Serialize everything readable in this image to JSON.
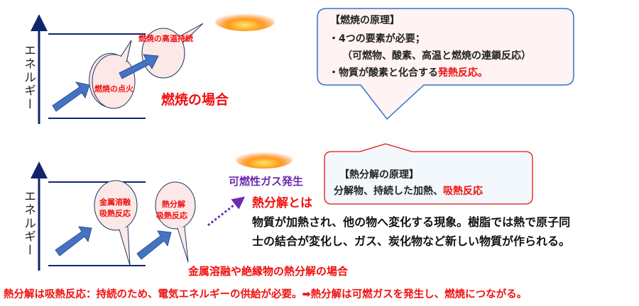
{
  "colors": {
    "accent_red": "#f01010",
    "purple": "#6a2bb0",
    "navy": "#10266a",
    "arrow_blue": "#4472c4",
    "bubble_fill": "#fde8e8",
    "box_blue_border": "#2e75c8",
    "box_red_border": "#e81010"
  },
  "top": {
    "y_axis_label": "エネルギー",
    "bubble_ignition": "燃焼の点火",
    "bubble_sustain": "燃焼の高温持続",
    "case_title": "燃焼の場合",
    "principle": {
      "title": "【燃焼の原理】",
      "line1": "・4つの要素が必要；",
      "line2": "（可燃物、酸素、高温と燃焼の連鎖反応）",
      "line3_prefix": "・物質が酸素と化合する",
      "line3_highlight": "発熱反応。"
    }
  },
  "bottom": {
    "y_axis_label": "エネルギー",
    "bubble_metal_line1": "金属溶融",
    "bubble_metal_line2": "吸熱反応",
    "bubble_decomp_line1": "熱分解",
    "bubble_decomp_line2": "吸熱反応",
    "gas_label": "可燃性ガス発生",
    "definition_title": "熱分解とは",
    "definition_line1": "物質が加熱され、他の物へ変化する現象。樹脂では熱で原子同",
    "definition_line2": "士の結合が変化し、ガス、炭化物など新しい物質が作られる。",
    "case_title": "金属溶融や絶縁物の熱分解の場合",
    "principle": {
      "title": "【熱分解の原理】",
      "line_prefix": "分解物、持続した加熱、",
      "line_highlight": "吸熱反応"
    }
  },
  "footer": "熱分解は吸熱反応：持続のため、電気エネルギーの供給が必要。➡熱分解は可燃ガスを発生し、燃焼につながる。"
}
